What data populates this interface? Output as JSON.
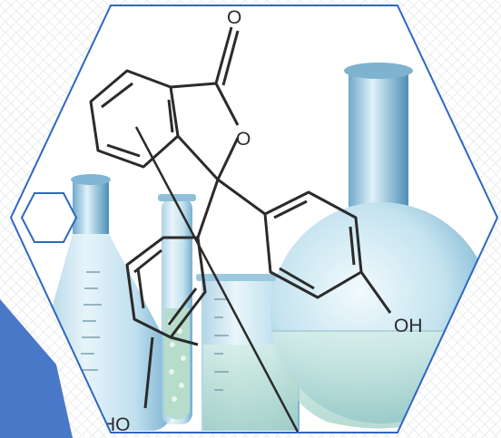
{
  "molecule": {
    "carbonyl_oxygen": "O",
    "ring_oxygen": "O",
    "hydroxyl_right": "OH",
    "hydroxyl_left": "HO"
  },
  "colors": {
    "accent_blue": "#4a78c9",
    "hexagon_border": "#2f66c4",
    "glass_light": "#d6ecf5",
    "glass_mid": "#a9d3e6",
    "glass_dark": "#5fa3c6",
    "liquid": "#bfe0d8",
    "bond_stroke": "#2b2b2b",
    "dot_pattern": "#e4e6ea"
  },
  "icons": {
    "small_hexagon": "hexagon-outline-icon",
    "molecule": "phenolphthalein-structure-icon"
  }
}
